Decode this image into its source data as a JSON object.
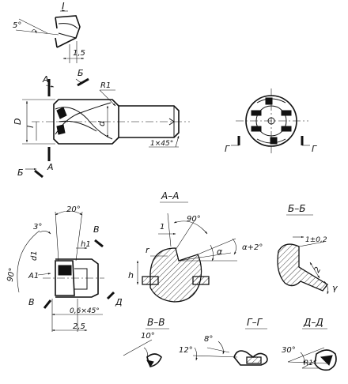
{
  "views": {
    "I": {
      "title": "I",
      "angle": "5°",
      "dim": "1,5"
    },
    "main": {
      "section_A": "A",
      "section_B": "Б",
      "radius": "R1",
      "dim_D": "D",
      "dim_l": "l",
      "dim_d": "d",
      "chamfer": "1×45°"
    },
    "end_view": {
      "section_G": "Г"
    },
    "detail": {
      "angle_20": "20°",
      "angle_3": "3°",
      "angle_90": "90°",
      "h1": "h1",
      "d1": "d1",
      "A1": "A1",
      "B": "В",
      "D": "Д",
      "chamfer": "0,6×45°",
      "dim_2_5": "2,5"
    },
    "AA": {
      "title": "А–А",
      "angle_90": "90°",
      "dim_1": "1",
      "alpha": "α",
      "alpha2": "α+2°",
      "r": "r",
      "h": "h"
    },
    "BB": {
      "title": "Б–Б",
      "dim": "1±0,2",
      "dim_2": "2",
      "gamma": "γ"
    },
    "VV": {
      "title": "В–В",
      "angle": "10°"
    },
    "GG": {
      "title": "Г–Г",
      "angle_12": "12°",
      "angle_8": "8°"
    },
    "DD": {
      "title": "Д–Д",
      "angle": "30°",
      "radius": "R1"
    }
  }
}
